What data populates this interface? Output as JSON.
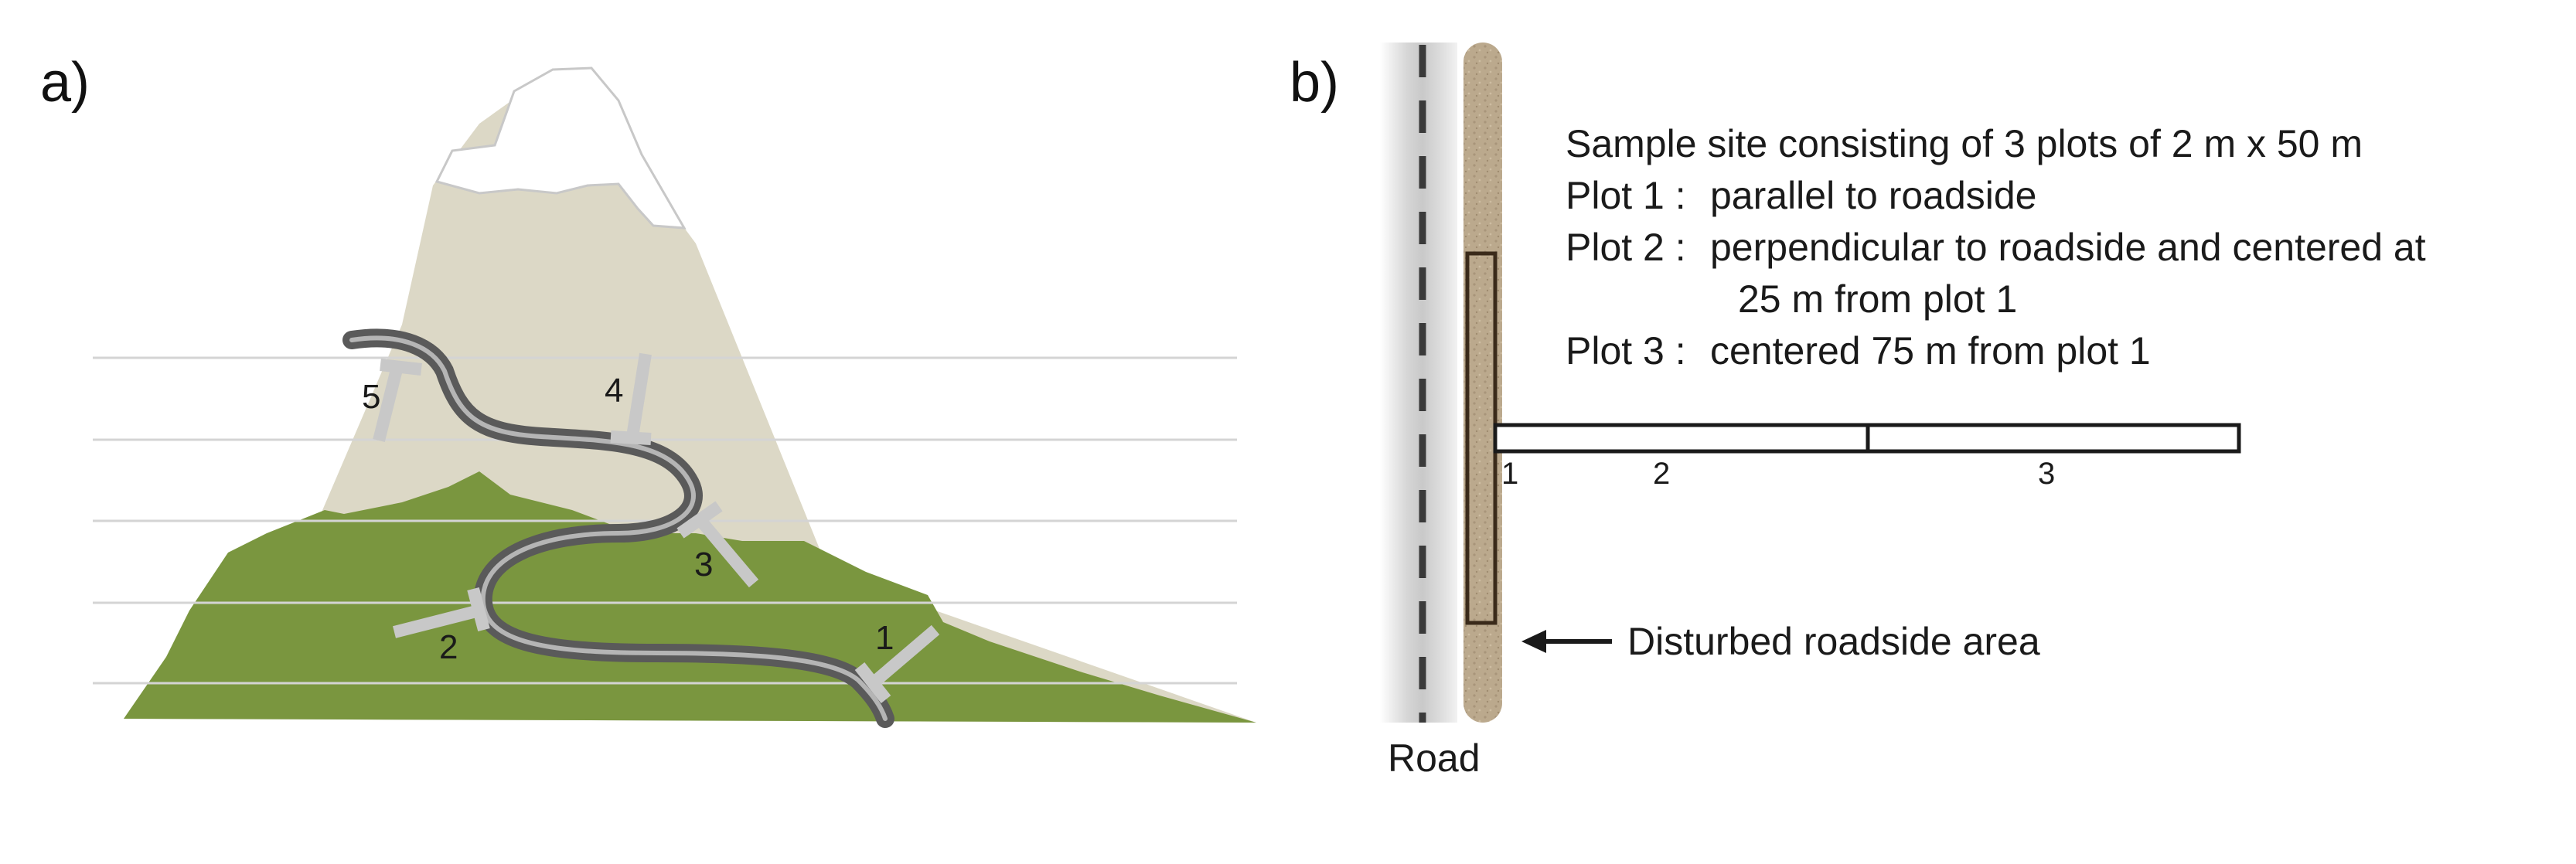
{
  "panels": {
    "a": {
      "label": "a)",
      "plots": [
        "1",
        "2",
        "3",
        "4",
        "5"
      ]
    },
    "b": {
      "label": "b)",
      "description": {
        "line1": "Sample site consisting of 3 plots of 2 m x 50 m",
        "line2_key": "Plot 1 :",
        "line2_text": "parallel to roadside",
        "line3_key": "Plot 2 :",
        "line3_text": "perpendicular to roadside and centered at",
        "line4_text": "25 m from plot 1",
        "line5_key": "Plot 3 :",
        "line5_text": "centered 75 m from plot 1"
      },
      "plot_labels": [
        "1",
        "2",
        "3"
      ],
      "disturbed_label": "Disturbed roadside area",
      "road_label": "Road"
    }
  },
  "colors": {
    "snow": "#ffffff",
    "upper_slope": "#dcd8c6",
    "forest": "#7a963f",
    "road": "#555555",
    "plot_marker": "#c8c8c8",
    "elevation_line": "#d8d8d8",
    "roadside": "#b8a488",
    "plot_outline": "#1a1a1a"
  }
}
